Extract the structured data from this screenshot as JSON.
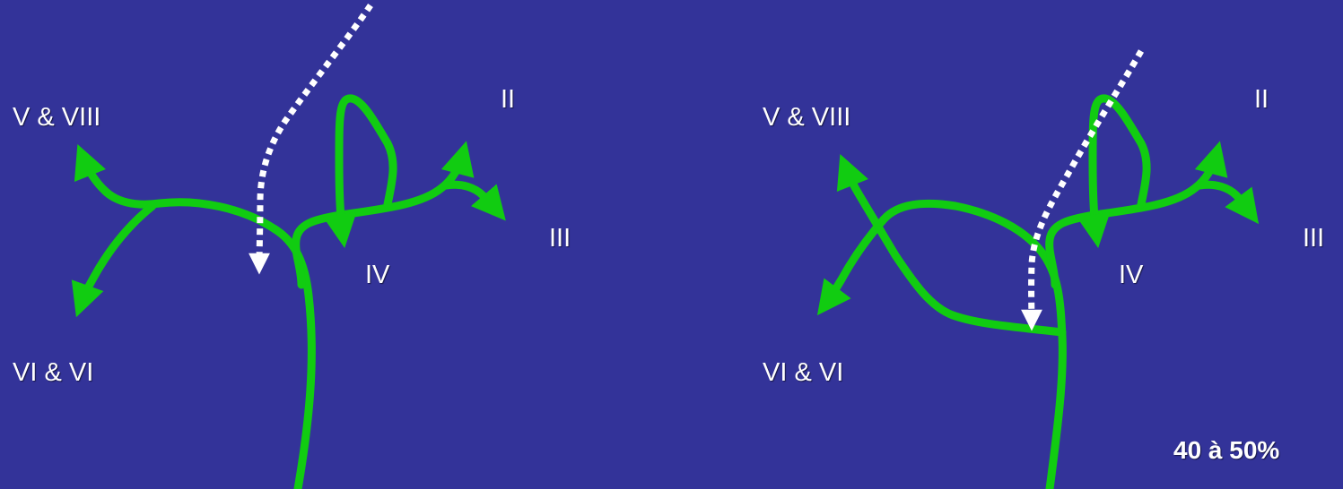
{
  "colors": {
    "background": "#333399",
    "nerve": "#11cc11",
    "dotted_path": "#ffffff",
    "text": "#ffffff"
  },
  "left_panel": {
    "labels": {
      "v_viii": "V & VIII",
      "vi_vi": "VI & VI",
      "ii": "II",
      "iii": "III",
      "iv": "IV"
    }
  },
  "right_panel": {
    "labels": {
      "v_viii": "V & VIII",
      "vi_vi": "VI & VI",
      "ii": "II",
      "iii": "III",
      "iv": "IV"
    },
    "percentage": "40 à 50%"
  }
}
